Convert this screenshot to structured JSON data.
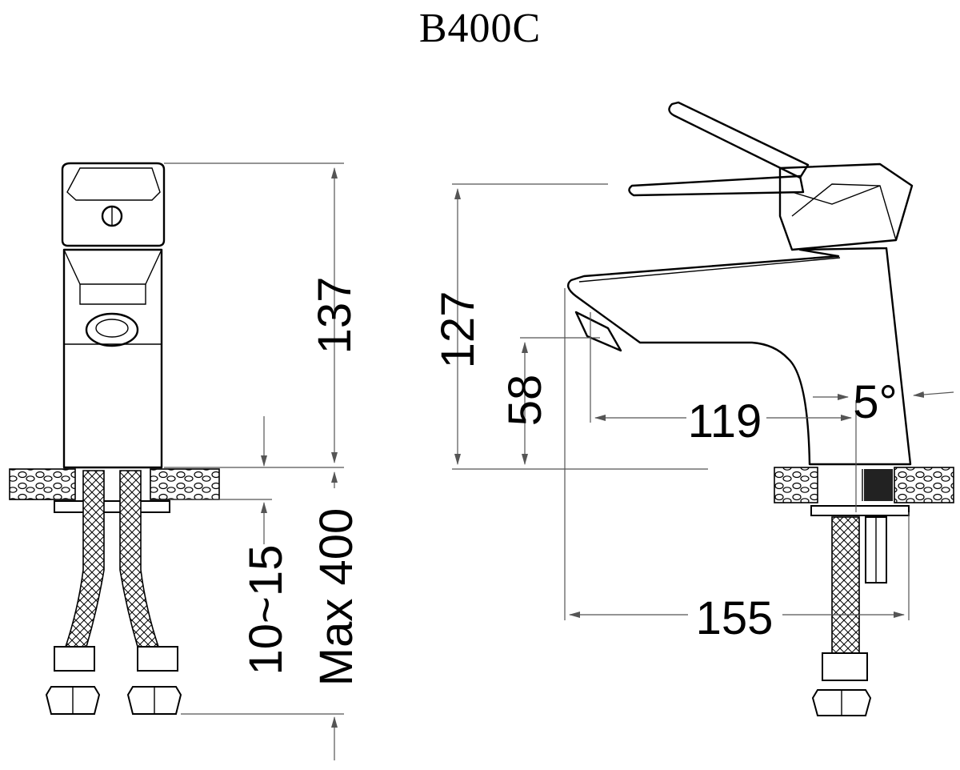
{
  "title": "B400C",
  "dimensions": {
    "front_height": "137",
    "deck_thickness": "10~15",
    "hose_length": "Max 400",
    "side_height": "127",
    "spout_height": "58",
    "spout_reach": "119",
    "overall_depth": "155",
    "tilt_angle": "5°"
  },
  "colors": {
    "line": "#000000",
    "dimension": "#555555",
    "background": "#ffffff"
  }
}
